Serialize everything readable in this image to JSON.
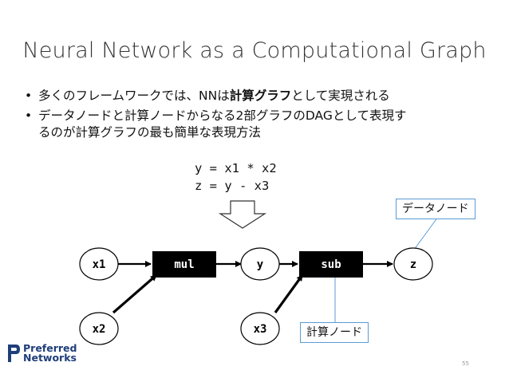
{
  "slide": {
    "title": "Neural Network as a Computational Graph",
    "bullets": [
      {
        "pre": "多くのフレームワークでは、NNは",
        "bold": "計算グラフ",
        "post": "として実現される"
      },
      {
        "line1": "データノードと計算ノードからなる2部グラフのDAGとして表現す",
        "line2": "るのが計算グラフの最も簡単な表現方法"
      }
    ],
    "code_line1": "y = x1 * x2",
    "code_line2": "z = y - x3",
    "page_number": "55"
  },
  "graph": {
    "data_nodes": {
      "x1": "x1",
      "x2": "x2",
      "y": "y",
      "x3": "x3",
      "z": "z"
    },
    "compute_nodes": {
      "mul": "mul",
      "sub": "sub"
    },
    "callout_data": "データノード",
    "callout_compute": "計算ノード"
  },
  "logo": {
    "line1": "Preferred",
    "line2": "Networks"
  },
  "colors": {
    "callout_border": "#5b9bd5",
    "compute_node": "#000000",
    "logo": "#1f3e7a"
  }
}
